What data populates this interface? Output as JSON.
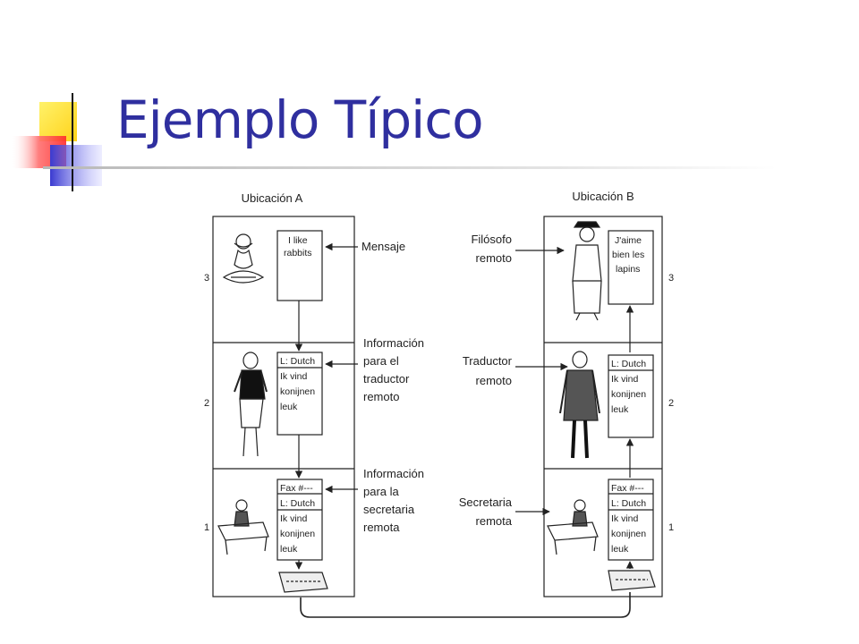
{
  "title": "Ejemplo Típico",
  "site_a": {
    "header": "Ubicación A",
    "levels": [
      "3",
      "2",
      "1"
    ],
    "msg3": [
      "I like",
      "rabbits"
    ],
    "msg2": [
      "L: Dutch",
      "Ik vind",
      "konijnen",
      "leuk"
    ],
    "msg1": [
      "Fax #---",
      "L: Dutch",
      "Ik vind",
      "konijnen",
      "leuk"
    ]
  },
  "site_b": {
    "header": "Ubicación B",
    "levels": [
      "3",
      "2",
      "1"
    ],
    "msg3": [
      "J'aime",
      "bien les",
      "lapins"
    ],
    "msg2": [
      "L: Dutch",
      "Ik vind",
      "konijnen",
      "leuk"
    ],
    "msg1": [
      "Fax #---",
      "L: Dutch",
      "Ik vind",
      "konijnen",
      "leuk"
    ]
  },
  "labels_a": {
    "l3": [
      "Mensaje"
    ],
    "l2": [
      "Información",
      "para el",
      "traductor",
      "remoto"
    ],
    "l1": [
      "Información",
      "para la",
      "secretaria",
      "remota"
    ]
  },
  "labels_b": {
    "l3": [
      "Filósofo",
      "remoto"
    ],
    "l2": [
      "Traductor",
      "remoto"
    ],
    "l1": [
      "Secretaria",
      "remota"
    ]
  }
}
